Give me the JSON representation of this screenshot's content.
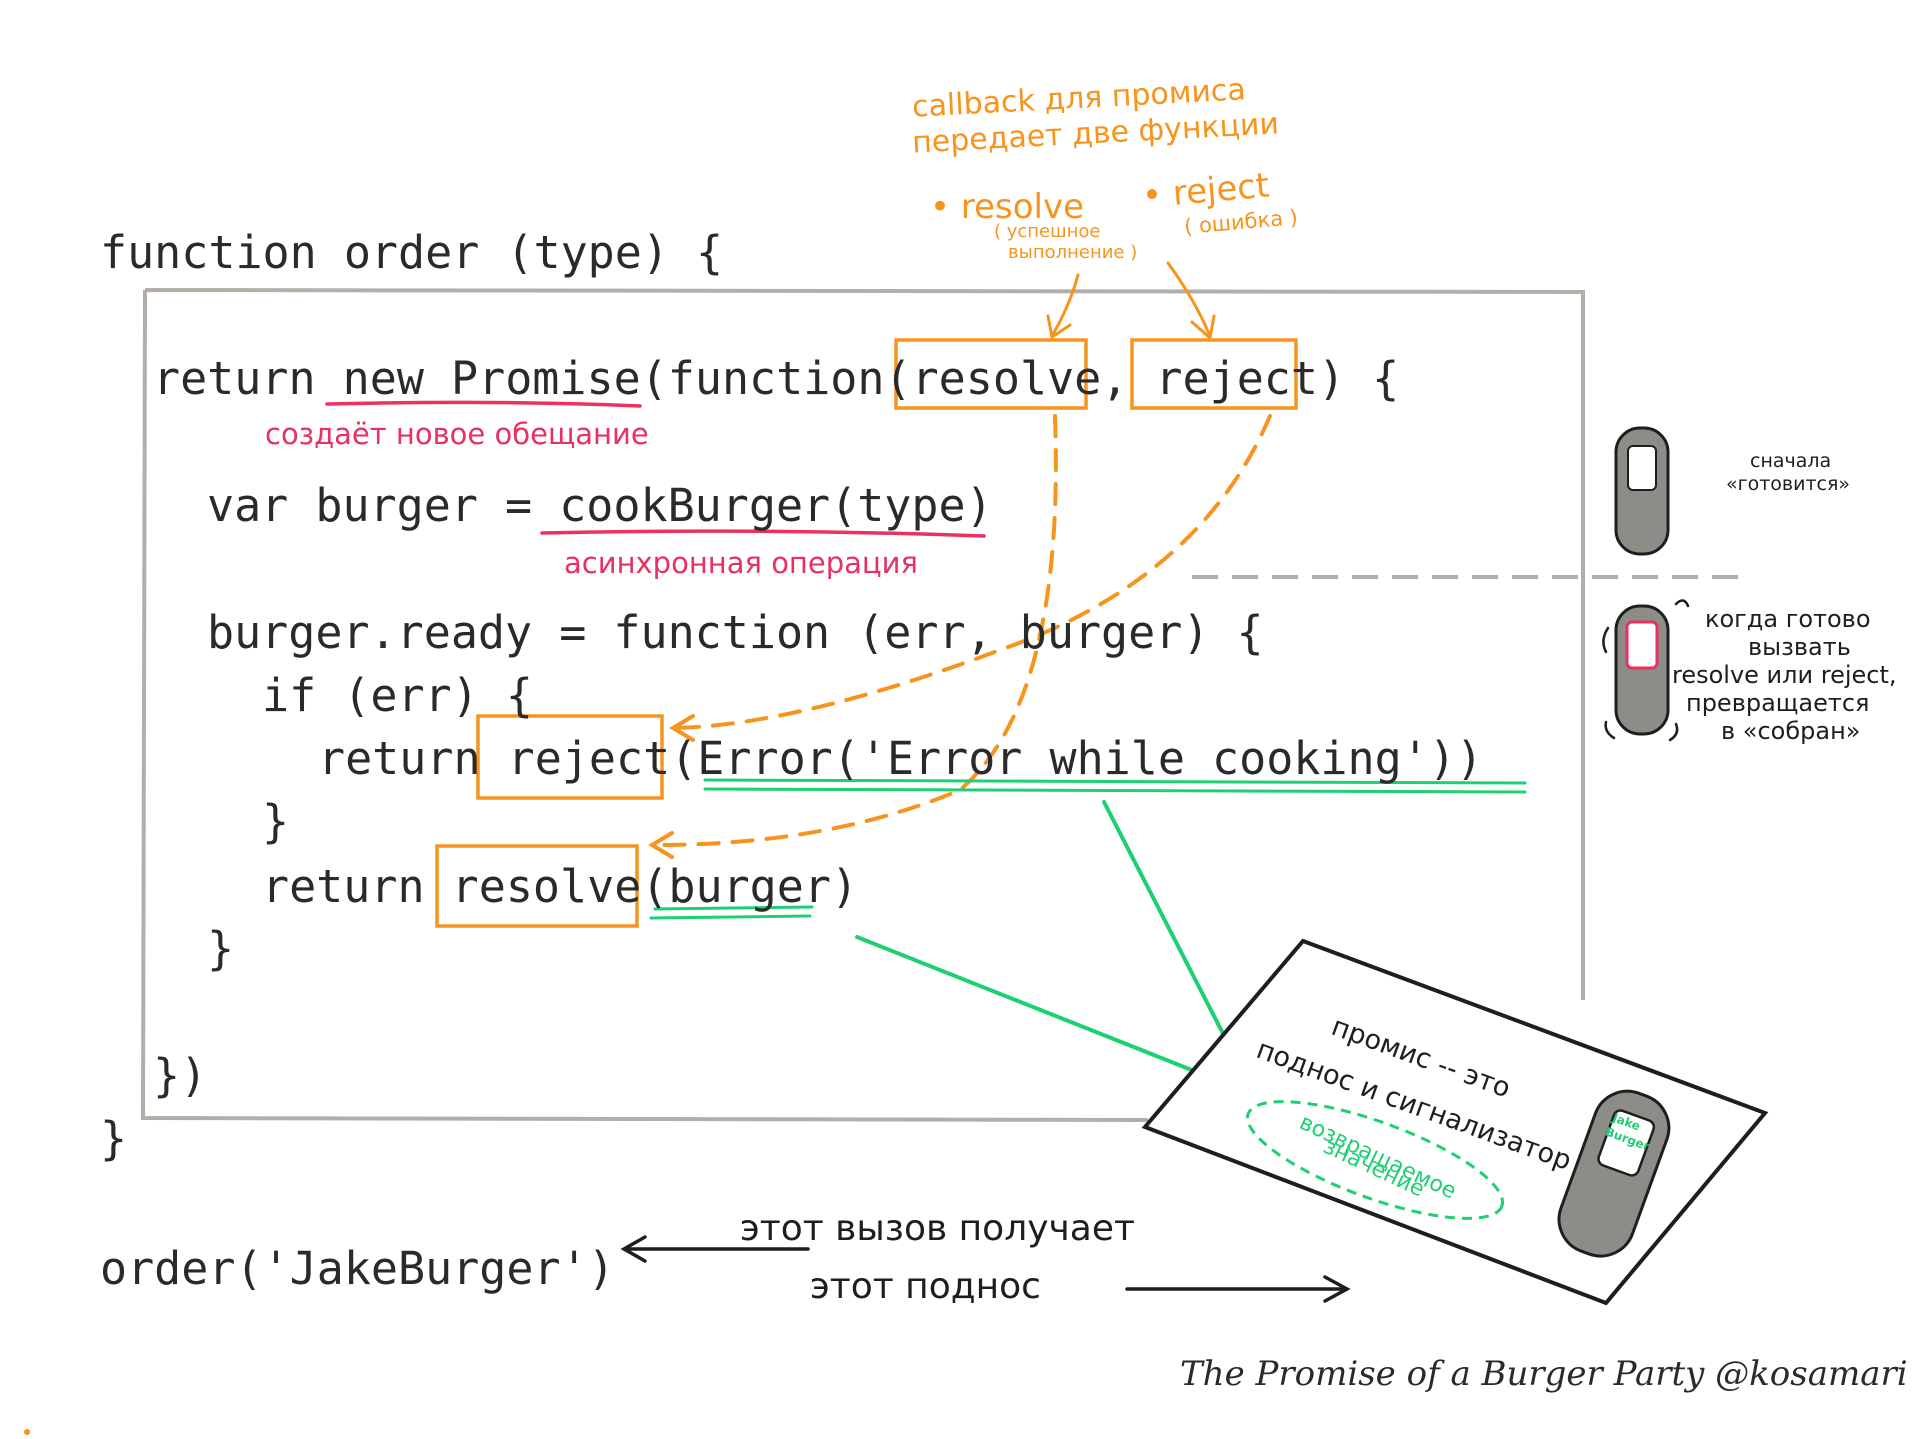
{
  "code": {
    "line1": "function order (type) {",
    "line2": "return new Promise(function(resolve, reject) {",
    "line3": "var burger = cookBurger(type)",
    "line4": "burger.ready = function (err, burger) {",
    "line5": "if (err) {",
    "line6": "return reject(Error('Error while cooking'))",
    "line7": "}",
    "line8": "return resolve(burger)",
    "line9": "}",
    "line10": "})",
    "line11": "}",
    "call": "order('JakeBurger')"
  },
  "annotations": {
    "callback_note_1": "callback для промиса",
    "callback_note_2": "передает две функции",
    "resolve_label": "• resolve",
    "resolve_sub_1": "( успешное",
    "resolve_sub_2": "выполнение )",
    "reject_label": "• reject",
    "reject_sub": "( ошибка )",
    "new_promise_note": "создаёт новое обещание",
    "async_note": "асинхронная операция",
    "first_state_1": "сначала",
    "first_state_2": "«готовится»",
    "ready_state_1": "когда готово",
    "ready_state_2": "вызвать",
    "ready_state_3": "resolve или reject,",
    "ready_state_4": "превращается",
    "ready_state_5": "в «собран»",
    "tray_note_1": "промис -- это",
    "tray_note_2": "поднос и сигнализатор",
    "return_value_1": "возвращаемое",
    "return_value_2": "значение",
    "call_gets": "этот вызов получает",
    "this_tray": "этот поднос",
    "buzzer_logo_1": "Jake",
    "buzzer_logo_2": "Burger"
  },
  "credit": "The Promise of a Burger Party @kosamari",
  "colors": {
    "orange": "#f7941d",
    "pink": "#e8315f",
    "green": "#1fcf73",
    "box_gray": "#b3aea7",
    "text": "#2a2a2a"
  }
}
